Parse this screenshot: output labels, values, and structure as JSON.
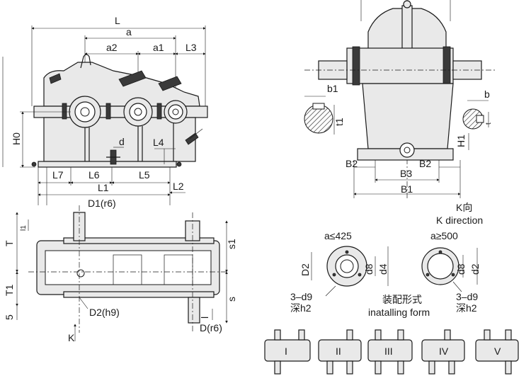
{
  "front_view": {
    "L": "L",
    "a": "a",
    "a2": "a2",
    "a1": "a1",
    "L3": "L3",
    "H0": "H0",
    "d": "d",
    "L4": "L4",
    "L7": "L7",
    "L6": "L6",
    "L5": "L5",
    "L1": "L1",
    "L2": "L2"
  },
  "side_view": {
    "b1": "b1",
    "t1": "t1",
    "b": "b",
    "t": "t",
    "H1": "H1",
    "B2_left": "B2",
    "B2_right": "B2",
    "B3": "B3",
    "B1": "B1"
  },
  "plan_view": {
    "D1": "D1(r6)",
    "l1": "l1",
    "T": "T",
    "T1": "T1",
    "s1": "s1",
    "s": "s",
    "five": "5",
    "D2": "D2(h9)",
    "l": "l",
    "D": "D(r6)",
    "K": "K"
  },
  "k_direction": {
    "title_cn": "K向",
    "title_en": "K direction",
    "cond_small": "a≤425",
    "cond_large": "a≥500",
    "D2": "D2",
    "d8_left": "d8",
    "d4": "d4",
    "d8_right": "d8",
    "d2": "d2",
    "holes_left": "3–d9",
    "depth_left": "深h2",
    "holes_right": "3–d9",
    "depth_right": "深h2"
  },
  "installing_form": {
    "title_cn": "装配形式",
    "title_en": "inatalling form",
    "forms": [
      "I",
      "II",
      "III",
      "IV",
      "V"
    ]
  }
}
